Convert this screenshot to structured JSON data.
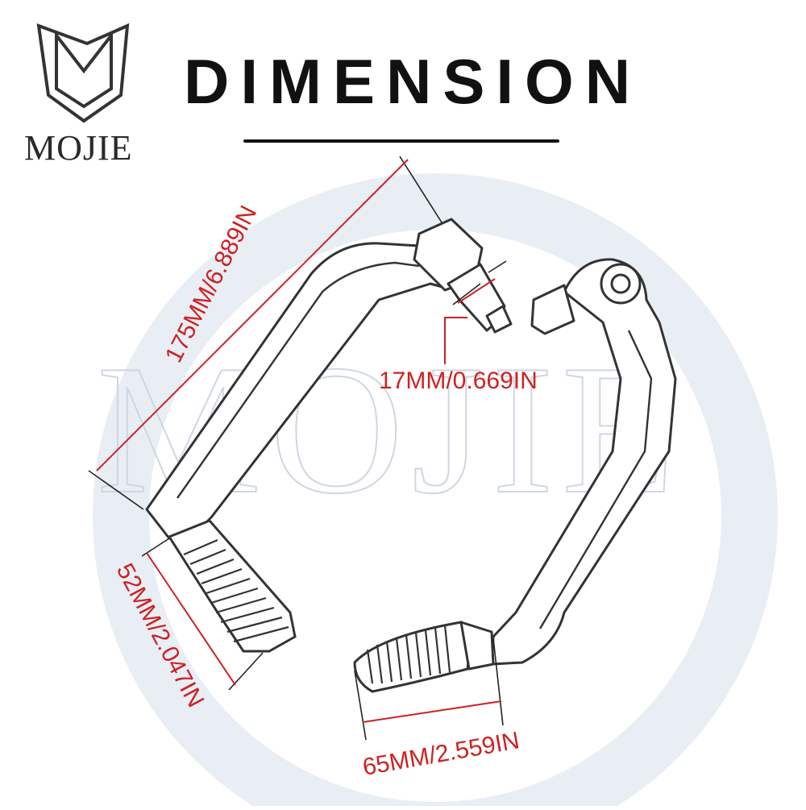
{
  "brand": {
    "logo_letter": "M",
    "name": "MOJIE",
    "watermark_text": "MOJIE"
  },
  "header": {
    "title": "DIMENSION"
  },
  "dimensions": {
    "length": "175MM/6.889IN",
    "bar_end_diameter": "17MM/0.669IN",
    "grip_height": "52MM/2.047IN",
    "grip_length": "65MM/2.559IN"
  },
  "colors": {
    "dimension_line": "#cc2222",
    "label_text": "#cc2222",
    "outline": "#333333",
    "watermark": "#dfe5ee"
  }
}
